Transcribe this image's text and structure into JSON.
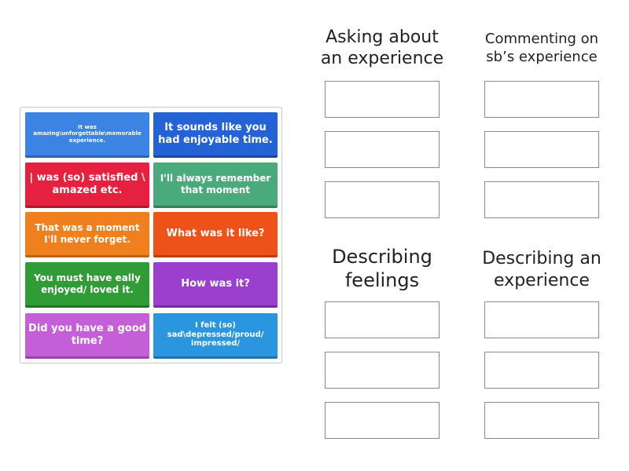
{
  "tiles": [
    {
      "text": "It was amazing\\unforgettable\\memorable experience.",
      "color": "#3b84e3",
      "shade": "#2a63b0"
    },
    {
      "text": "It sounds like you had enjoyable time.",
      "color": "#2463d6",
      "shade": "#1a47a0"
    },
    {
      "text": "| was (so) satisfied \\ amazed etc.",
      "color": "#e6203f",
      "shade": "#b0182f"
    },
    {
      "text": "I'll always remember that moment",
      "color": "#49aa7c",
      "shade": "#357f5b"
    },
    {
      "text": "That was a moment I'll never forget.",
      "color": "#f07f1e",
      "shade": "#bd6314"
    },
    {
      "text": "What was it like?",
      "color": "#ee5218",
      "shade": "#b93e10"
    },
    {
      "text": "You must have eally enjoyed/ loved it.",
      "color": "#2f9c36",
      "shade": "#227327"
    },
    {
      "text": "How was it?",
      "color": "#9b3fcf",
      "shade": "#732e9c"
    },
    {
      "text": "Did you have a good time?",
      "color": "#c55fd8",
      "shade": "#9644a6"
    },
    {
      "text": "I felt (so) sad\\depressed/proud/ impressed/",
      "color": "#2b96e0",
      "shade": "#1f70ab"
    }
  ],
  "groups": [
    {
      "title_lines": [
        "Asking about",
        "an experience"
      ]
    },
    {
      "title_lines": [
        "Commenting on",
        "sb’s experience"
      ]
    },
    {
      "title_lines": [
        "Describing",
        "feelings"
      ]
    },
    {
      "title_lines": [
        "Describing an",
        "experience"
      ]
    }
  ]
}
